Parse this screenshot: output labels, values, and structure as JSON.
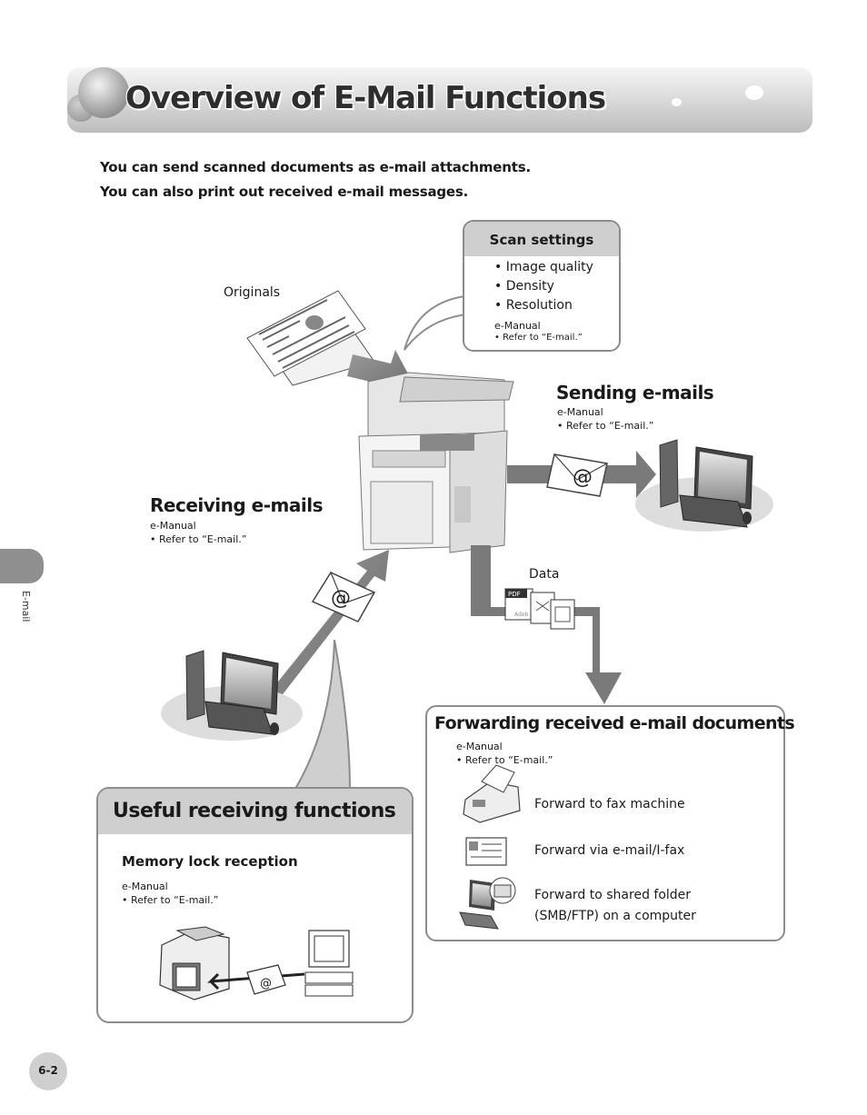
{
  "page": {
    "title": "Overview of E-Mail Functions",
    "intro_lines": [
      "You can send scanned documents as e-mail attachments.",
      "You can also print out received e-mail messages."
    ],
    "side_tab_label": "E-mail",
    "page_number": "6-2"
  },
  "diagram": {
    "originals_label": "Originals",
    "scan_settings": {
      "title": "Scan settings",
      "items": [
        "Image quality",
        "Density",
        "Resolution"
      ],
      "manual": "e-Manual",
      "refer": "• Refer to “E-mail.”"
    },
    "sending": {
      "title": "Sending e-mails",
      "manual": "e-Manual",
      "refer": "• Refer to “E-mail.”"
    },
    "receiving": {
      "title": "Receiving e-mails",
      "manual": "e-Manual",
      "refer": "• Refer to “E-mail.”"
    },
    "data_label": "Data",
    "email_symbol": "@",
    "file_badge": "PDF",
    "file_caption": "Adob"
  },
  "forwarding": {
    "title": "Forwarding received e-mail documents",
    "manual": "e-Manual",
    "refer": "• Refer to “E-mail.”",
    "items": [
      {
        "icon": "fax-machine-icon",
        "lines": [
          "Forward to fax machine"
        ]
      },
      {
        "icon": "email-document-icon",
        "lines": [
          "Forward via e-mail/I-fax"
        ]
      },
      {
        "icon": "computer-folder-icon",
        "lines": [
          "Forward to shared folder",
          "(SMB/FTP) on a computer"
        ]
      }
    ]
  },
  "useful": {
    "title": "Useful receiving functions",
    "subtitle": "Memory lock reception",
    "manual": "e-Manual",
    "refer": "• Refer to “E-mail.”"
  }
}
